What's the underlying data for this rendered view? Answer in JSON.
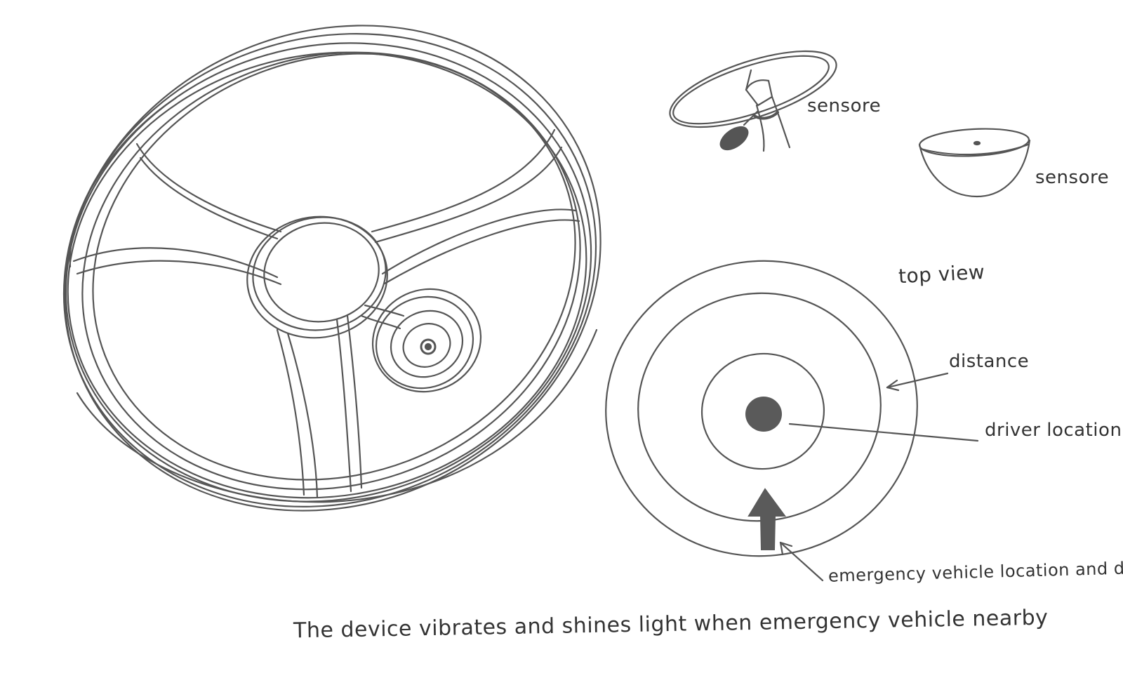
{
  "colors": {
    "ink": "#555555",
    "fill": "#5a5a5a",
    "background": "#ffffff"
  },
  "labels": {
    "sensor_top": "sensore",
    "sensor_dome": "sensore",
    "top_view": "top view",
    "distance": "distance",
    "driver_location": "driver location",
    "emergency_vehicle": "emergency vehicle location and distance"
  },
  "caption": "The device vibrates and shines light when emergency vehicle nearby"
}
